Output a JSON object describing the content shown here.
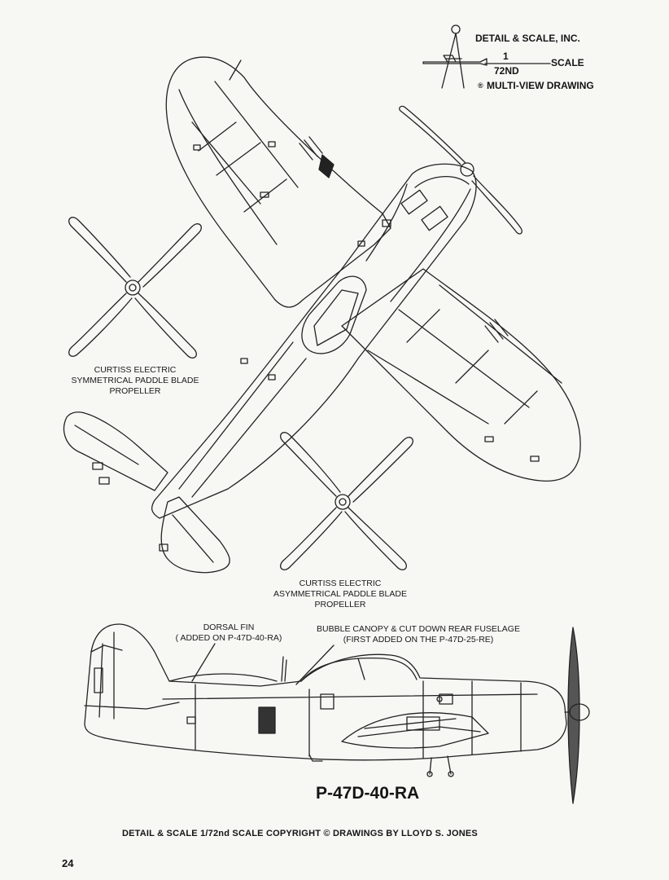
{
  "header": {
    "company": "DETAIL & SCALE, INC.",
    "scale_numerator": "1",
    "scale_denominator": "72ND",
    "scale_word": "SCALE",
    "drawing_type": "MULTI-VIEW DRAWING",
    "registered_mark": "®"
  },
  "labels": {
    "prop_symmetric": [
      "CURTISS ELECTRIC",
      "SYMMETRICAL PADDLE BLADE",
      "PROPELLER"
    ],
    "prop_asymmetric": [
      "CURTISS ELECTRIC",
      "ASYMMETRICAL PADDLE BLADE",
      "PROPELLER"
    ],
    "dorsal_fin": [
      "DORSAL FIN",
      "( ADDED ON P-47D-40-RA)"
    ],
    "bubble_canopy": [
      "BUBBLE CANOPY & CUT DOWN REAR FUSELAGE",
      "(FIRST ADDED ON THE P-47D-25-RE)"
    ]
  },
  "aircraft_designation": "P-47D-40-RA",
  "footer": {
    "credit": "DETAIL & SCALE 1/72nd SCALE COPYRIGHT © DRAWINGS BY LLOYD S. JONES",
    "page_number": "24"
  }
}
